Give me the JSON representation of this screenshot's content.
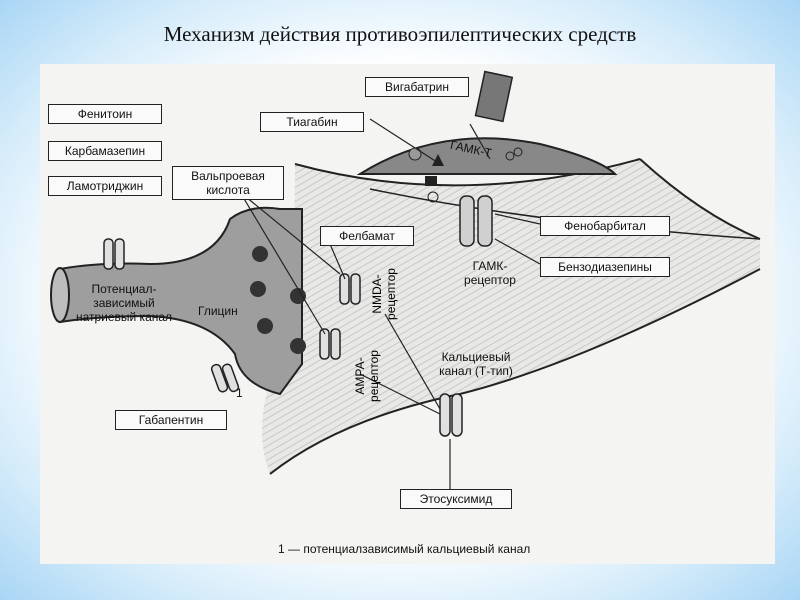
{
  "slide": {
    "title": "Механизм действия противоэпилептических средств"
  },
  "drugs": {
    "phenytoin": "Фенитоин",
    "carbamazepine": "Карбамазепин",
    "lamotrigine": "Ламотриджин",
    "valproic_acid": "Вальпроевая кислота",
    "tiagabine": "Тиагабин",
    "vigabatrin": "Вигабатрин",
    "felbamate": "Фелбамат",
    "phenobarbital": "Фенобарбитал",
    "benzodiazepines": "Бензодиазепины",
    "gabapentin": "Габапентин",
    "ethosuximide": "Этосуксимид"
  },
  "structures": {
    "sodium_channel": "Потенциал-зависимый натриевый канал",
    "glycine": "Глицин",
    "gaba_t": "ГАМК-Т",
    "gaba_receptor": "ГАМК-рецептор",
    "nmda_receptor": "NMDA-рецептор",
    "ampa_receptor": "АМРА-рецептор",
    "calcium_channel": "Кальциевый канал (Т-тип)",
    "marker_1": "1"
  },
  "caption": "1 — потенциалзависимый кальциевый канал"
}
